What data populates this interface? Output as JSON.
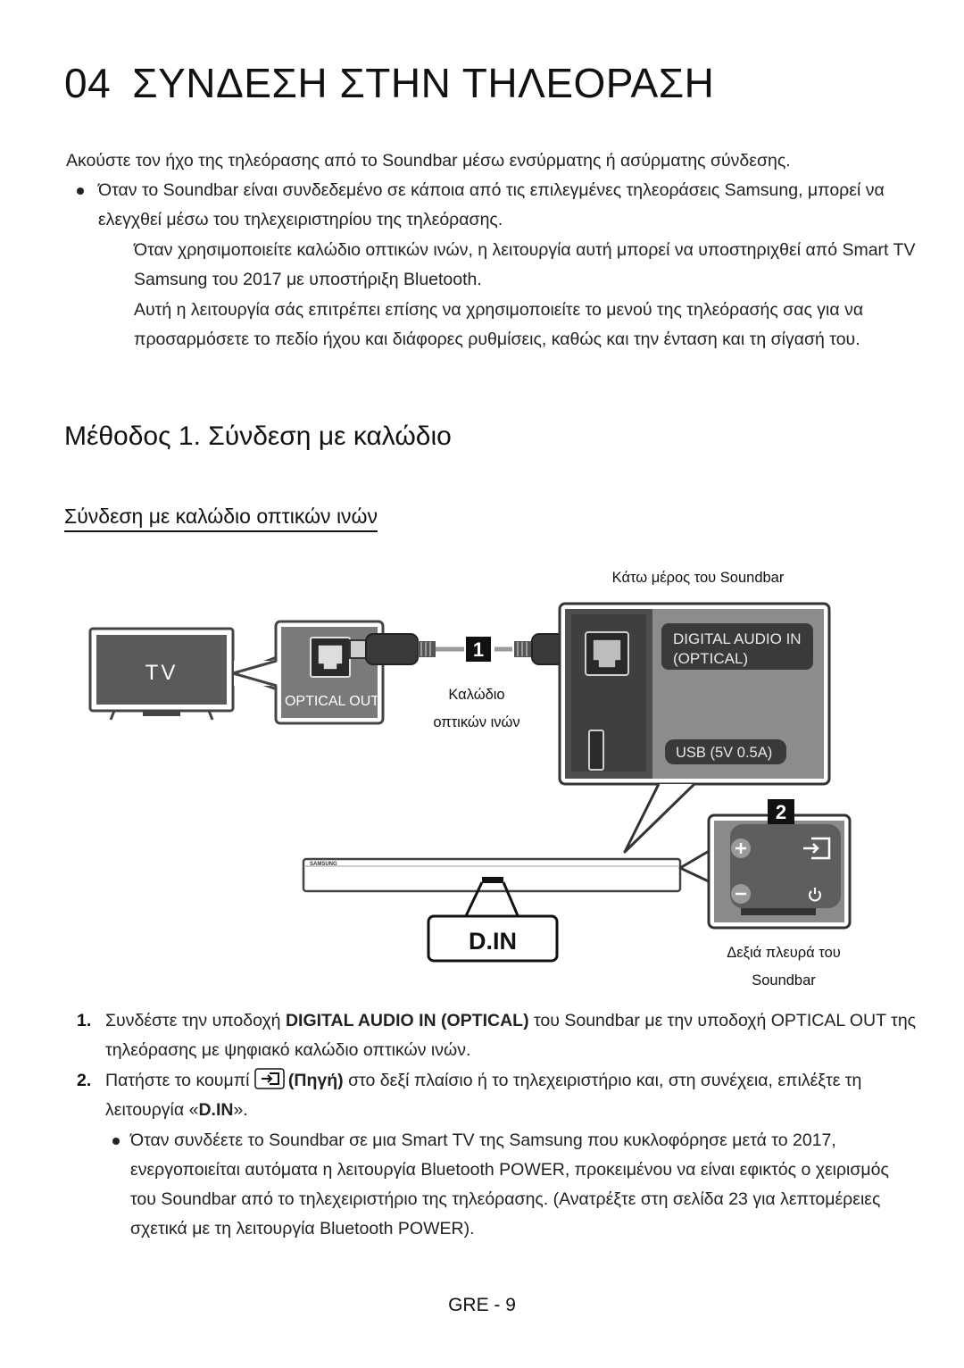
{
  "title": {
    "number": "04",
    "text": "ΣΥΝΔΕΣΗ ΣΤΗΝ ΤΗΛΕΟΡΑΣΗ"
  },
  "intro": "Ακούστε τον ήχο της τηλεόρασης από το Soundbar μέσω ενσύρματης ή ασύρματης σύνδεσης.",
  "bullet1": "Όταν το Soundbar είναι συνδεδεμένο σε κάποια από τις επιλεγμένες τηλεοράσεις Samsung, μπορεί να ελεγχθεί μέσω του τηλεχειριστηρίου της τηλεόρασης.",
  "note1": "Όταν χρησιμοποιείτε καλώδιο οπτικών ινών, η λειτουργία αυτή μπορεί να υποστηριχθεί από Smart TV Samsung του 2017 με υποστήριξη Bluetooth.",
  "note2": "Αυτή η λειτουργία σάς επιτρέπει επίσης να χρησιμοποιείτε το μενού της τηλεόρασής σας για να προσαρμόσετε το πεδίο ήχου και διάφορες ρυθμίσεις, καθώς και την ένταση και τη σίγασή του.",
  "heading_method": "Μέθοδος 1. Σύνδεση με καλώδιο",
  "heading_optical": "Σύνδεση με καλώδιο οπτικών ινών",
  "diagram": {
    "bottom_label": "Κάτω μέρος του Soundbar",
    "tv_label": "TV",
    "optical_out": "OPTICAL OUT",
    "cable_label_1": "Καλώδιο",
    "cable_label_2": "οπτικών ινών",
    "digital_audio_in_1": "DIGITAL AUDIO IN",
    "digital_audio_in_2": "(OPTICAL)",
    "usb": "USB (5V 0.5A)",
    "badge_1": "1",
    "badge_2": "2",
    "din": "D.IN",
    "right_side_1": "Δεξιά πλευρά του",
    "right_side_2": "Soundbar",
    "brand": "SAMSUNG"
  },
  "steps": [
    {
      "num": "1.",
      "pre": "Συνδέστε την υποδοχή ",
      "bold": "DIGITAL AUDIO IN (OPTICAL)",
      "post": " του Soundbar με την υποδοχή OPTICAL OUT της τηλεόρασης με ψηφιακό καλώδιο οπτικών ινών."
    },
    {
      "num": "2.",
      "pre": "Πατήστε το κουμπί ",
      "bold": "(Πηγή)",
      "mid": " στο δεξί πλαίσιο ή το τηλεχειριστήριο και, στη συνέχεια, επιλέξτε τη λειτουργία «",
      "bold2": "D.IN",
      "post": "»."
    }
  ],
  "bullet2": "Όταν συνδέετε το Soundbar σε μια Smart TV της Samsung που κυκλοφόρησε μετά το 2017, ενεργοποιείται αυτόματα η λειτουργία Bluetooth POWER, προκειμένου να είναι εφικτός ο χειρισμός του Soundbar από το τηλεχειριστήριο της τηλεόρασης. (Ανατρέξτε στη σελίδα 23 για λεπτομέρειες σχετικά με τη λειτουργία Bluetooth POWER).",
  "page_number": "GRE - 9"
}
